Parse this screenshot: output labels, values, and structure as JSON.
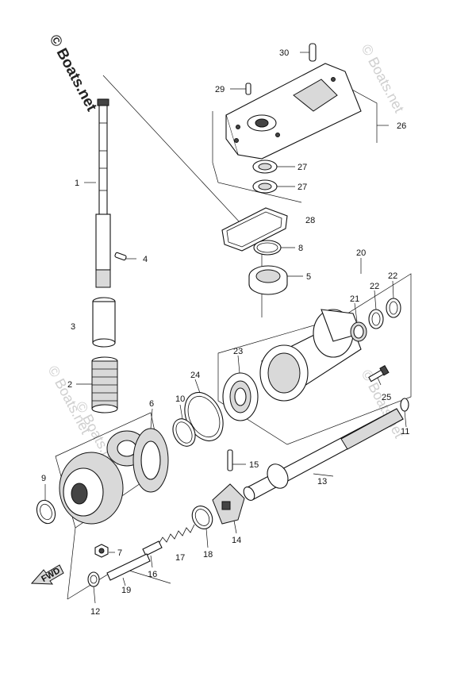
{
  "watermark": {
    "main": "© Boats.net",
    "faded": "© Boats.net"
  },
  "callouts": {
    "c1": "1",
    "c2": "2",
    "c3": "3",
    "c4": "4",
    "c5": "5",
    "c6": "6",
    "c7": "7",
    "c8": "8",
    "c9": "9",
    "c10": "10",
    "c11": "11",
    "c12": "12",
    "c13": "13",
    "c14": "14",
    "c15": "15",
    "c16": "16",
    "c17": "17",
    "c18": "18",
    "c19": "19",
    "c20": "20",
    "c21": "21",
    "c22a": "22",
    "c22b": "22",
    "c23": "23",
    "c24": "24",
    "c25": "25",
    "c26": "26",
    "c27a": "27",
    "c27b": "27",
    "c28": "28",
    "c29": "29",
    "c30": "30"
  },
  "fwd_mark": "FWD"
}
